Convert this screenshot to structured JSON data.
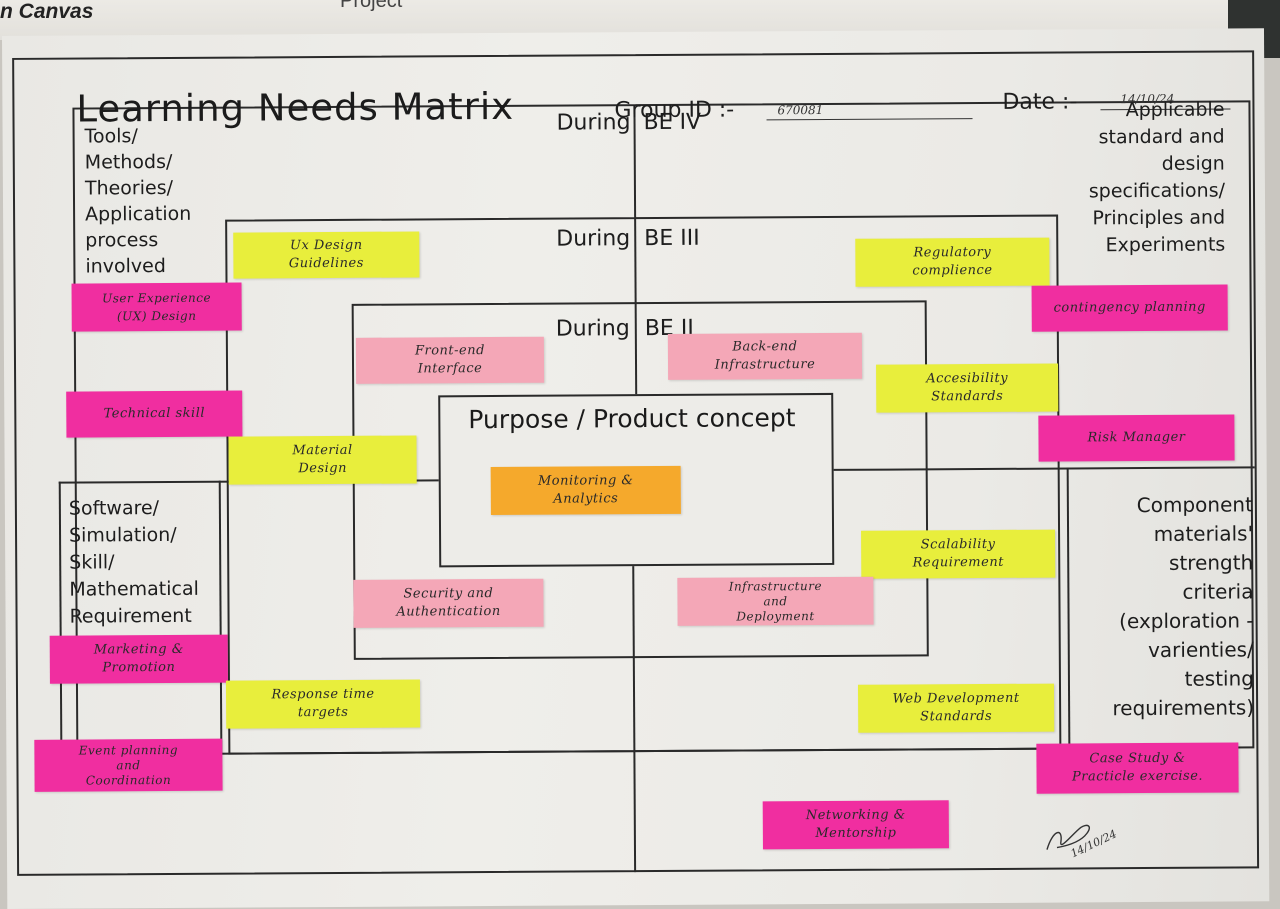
{
  "header": {
    "app_label": "n Canvas",
    "project_label": "Project"
  },
  "matrix": {
    "title": "Learning Needs Matrix",
    "group_id_label": "Group ID :-",
    "group_id_value": "670081",
    "date_label": "Date :-",
    "date_value": "14/10/24"
  },
  "corners": {
    "top_left": "Tools/\nMethods/\nTheories/\nApplication\nprocess\ninvolved",
    "top_right": "Applicable\nstandard and\ndesign\nspecifications/\nPrinciples and\nExperiments",
    "bottom_left": "Software/\nSimulation/\nSkill/\nMathematical\nRequirement",
    "bottom_right": "Component\nmaterials'\nstrength\ncriteria\n(exploration -\nvarienties/\ntesting\nrequirements)"
  },
  "phases": {
    "be4_left": "During",
    "be4_right": "BE IV",
    "be3_left": "During",
    "be3_right": "BE III",
    "be2_left": "During",
    "be2_right": "BE II"
  },
  "purpose": {
    "title": "Purpose / Product concept"
  },
  "notes": {
    "ux_design_guidelines": "Ux Design\nGuidelines",
    "regulatory_compliance": "Regulatory\ncomplience",
    "user_experience": "User Experience\n(UX) Design",
    "contingency_planning": "contingency planning",
    "front_end_interface": "Front-end\nInterface",
    "back_end_infrastructure": "Back-end\nInfrastructure",
    "accessibility_standards": "Accesibility\nStandards",
    "technical_skill": "Technical skill",
    "risk_manager": "Risk Manager",
    "material_design": "Material\nDesign",
    "monitoring_analytics": "Monitoring &\nAnalytics",
    "scalability_requirement": "Scalability\nRequirement",
    "security_authentication": "Security and\nAuthentication",
    "infrastructure_deployment": "Infrastructure\nand\nDeployment",
    "marketing_promotion": "Marketing &\nPromotion",
    "response_time_targets": "Response time\ntargets",
    "web_development_standards": "Web Development\nStandards",
    "event_planning": "Event planning\nand\nCoordination",
    "case_study_practice": "Case Study &\nPracticle exercise.",
    "networking_mentorship": "Networking &\nMentorship"
  },
  "signature": {
    "date": "14/10/24"
  },
  "colors": {
    "yellow_note": "#e8ee3c",
    "magenta_note": "#f02ea0",
    "pink_note": "#f4a7b7",
    "orange_note": "#f5a92c"
  }
}
